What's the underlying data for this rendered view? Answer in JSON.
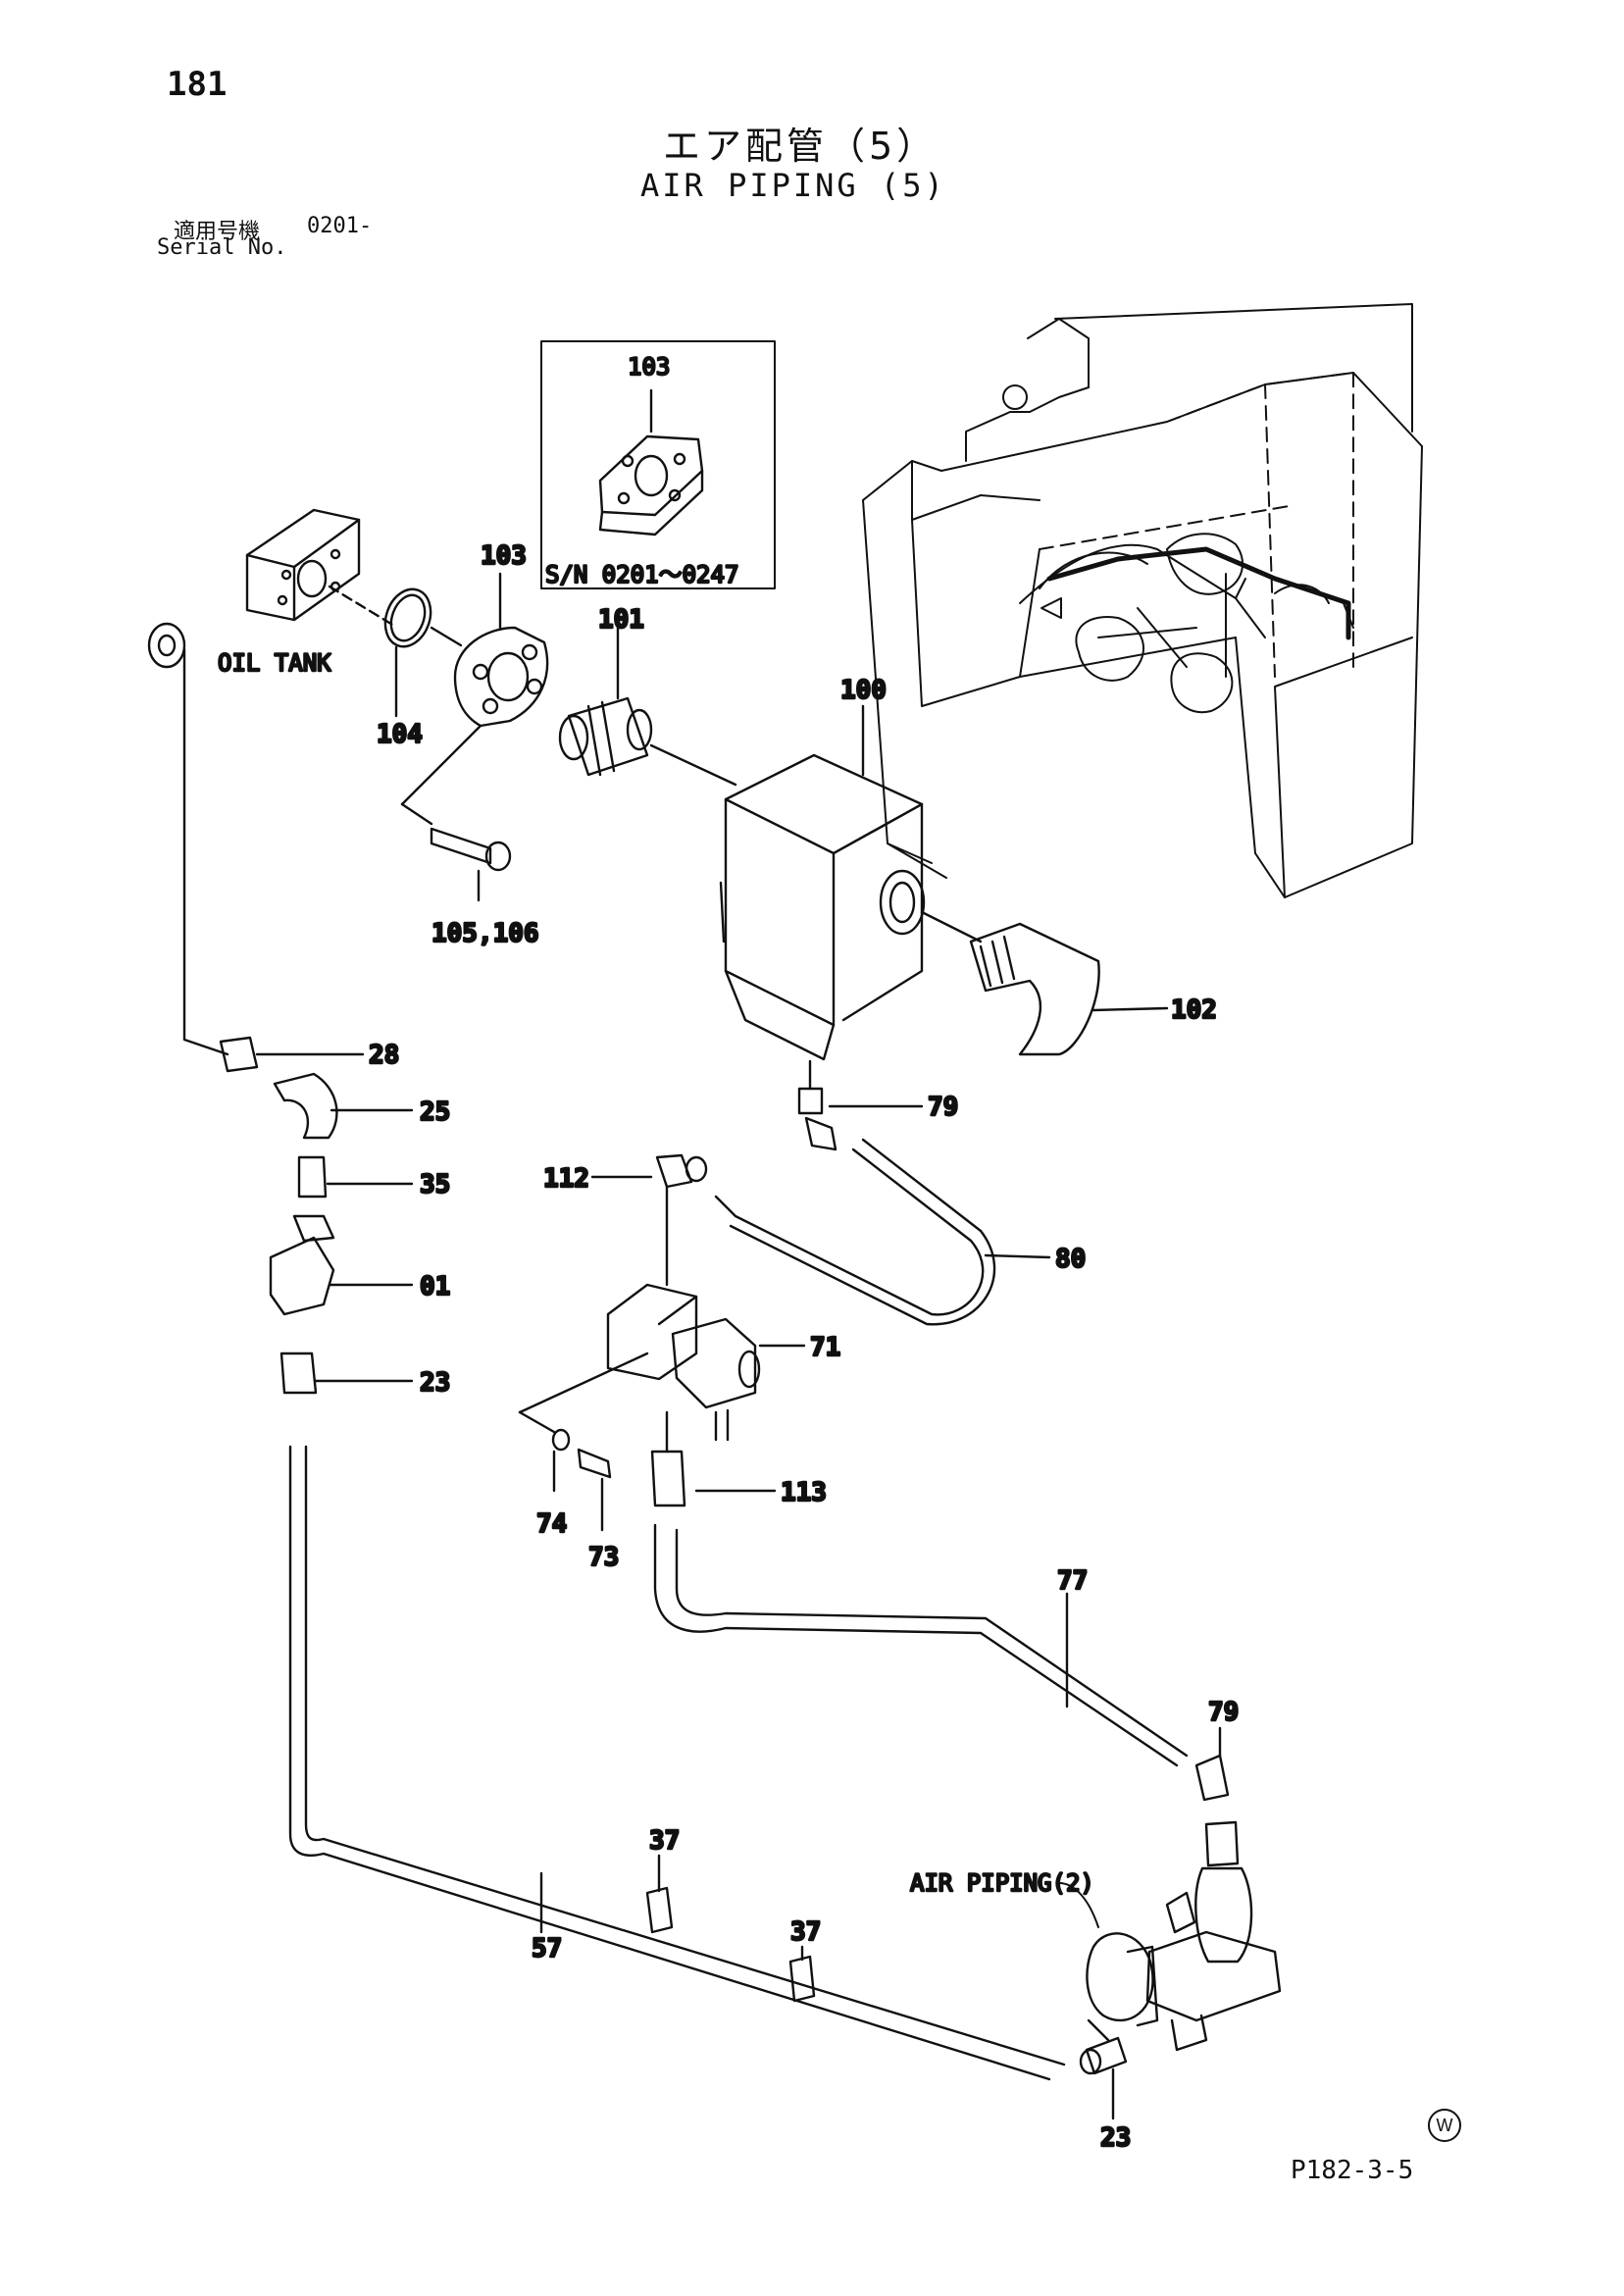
{
  "header": {
    "page_number": "181",
    "title_jp": "エア配管（5）",
    "title_en": "AIR PIPING (5)",
    "serial_label_jp": "適用号機",
    "serial_value": "0201-",
    "serial_label_en": "Serial No."
  },
  "footer": {
    "page_code": "P182-3-5",
    "mark": "W"
  },
  "inset": {
    "part_label": "103",
    "serial_range": "S/N 0201～0247"
  },
  "annotations": {
    "oil_tank": "OIL TANK",
    "air_piping_ref": "AIR PIPING(2)"
  },
  "callouts": {
    "c103": "103",
    "c104": "104",
    "c101": "101",
    "c100": "100",
    "c105": "105,106",
    "c102": "102",
    "c28": "28",
    "c25": "25",
    "c35": "35",
    "c01": "01",
    "c23a": "23",
    "c79a": "79",
    "c112": "112",
    "c80": "80",
    "c71": "71",
    "c113": "113",
    "c74": "74",
    "c73": "73",
    "c77": "77",
    "c79b": "79",
    "c37a": "37",
    "c37b": "37",
    "c57": "57",
    "c23b": "23"
  }
}
